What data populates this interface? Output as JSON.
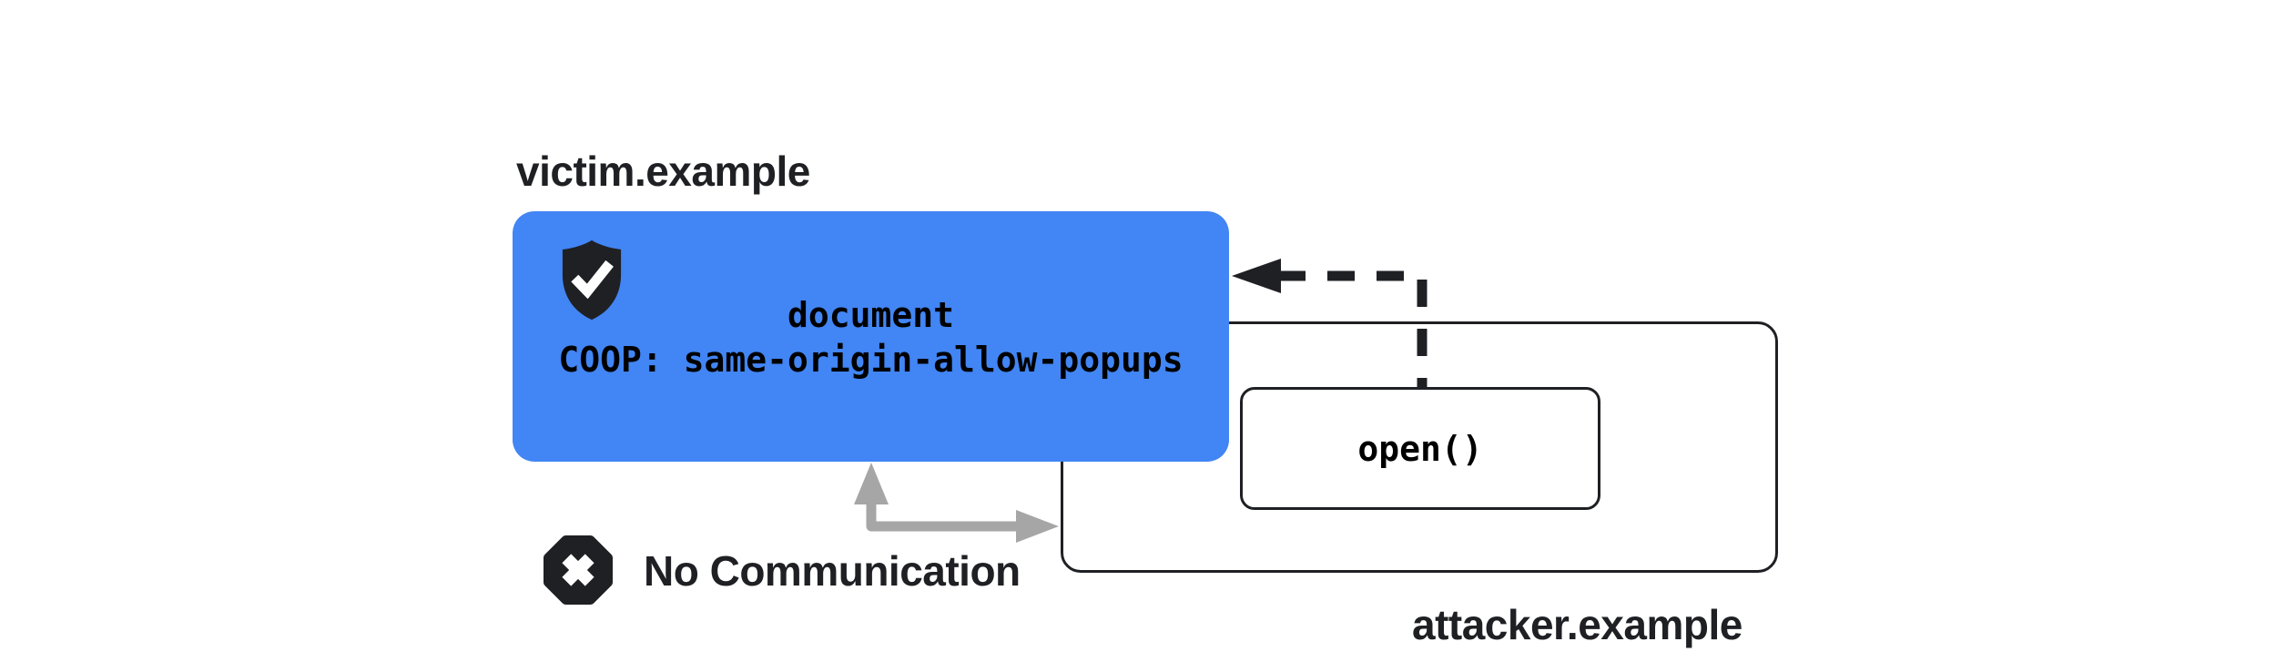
{
  "diagram": {
    "title_semantics": "COOP same-origin-allow-popups: no communication between victim document and attacker popup opener",
    "victim": {
      "domain_label": "victim.example",
      "document_line1": "document",
      "document_line2": "COOP: same-origin-allow-popups",
      "shield_icon": "shield-check-icon"
    },
    "attacker": {
      "domain_label": "attacker.example",
      "open_call": "open()"
    },
    "no_communication": {
      "label": "No Communication",
      "icon": "x-octagon-icon"
    },
    "colors": {
      "victim_box": "#4285F4",
      "ink": "#1F2024",
      "arrow_gray": "#A6A6A6",
      "background": "#FFFFFF"
    }
  }
}
